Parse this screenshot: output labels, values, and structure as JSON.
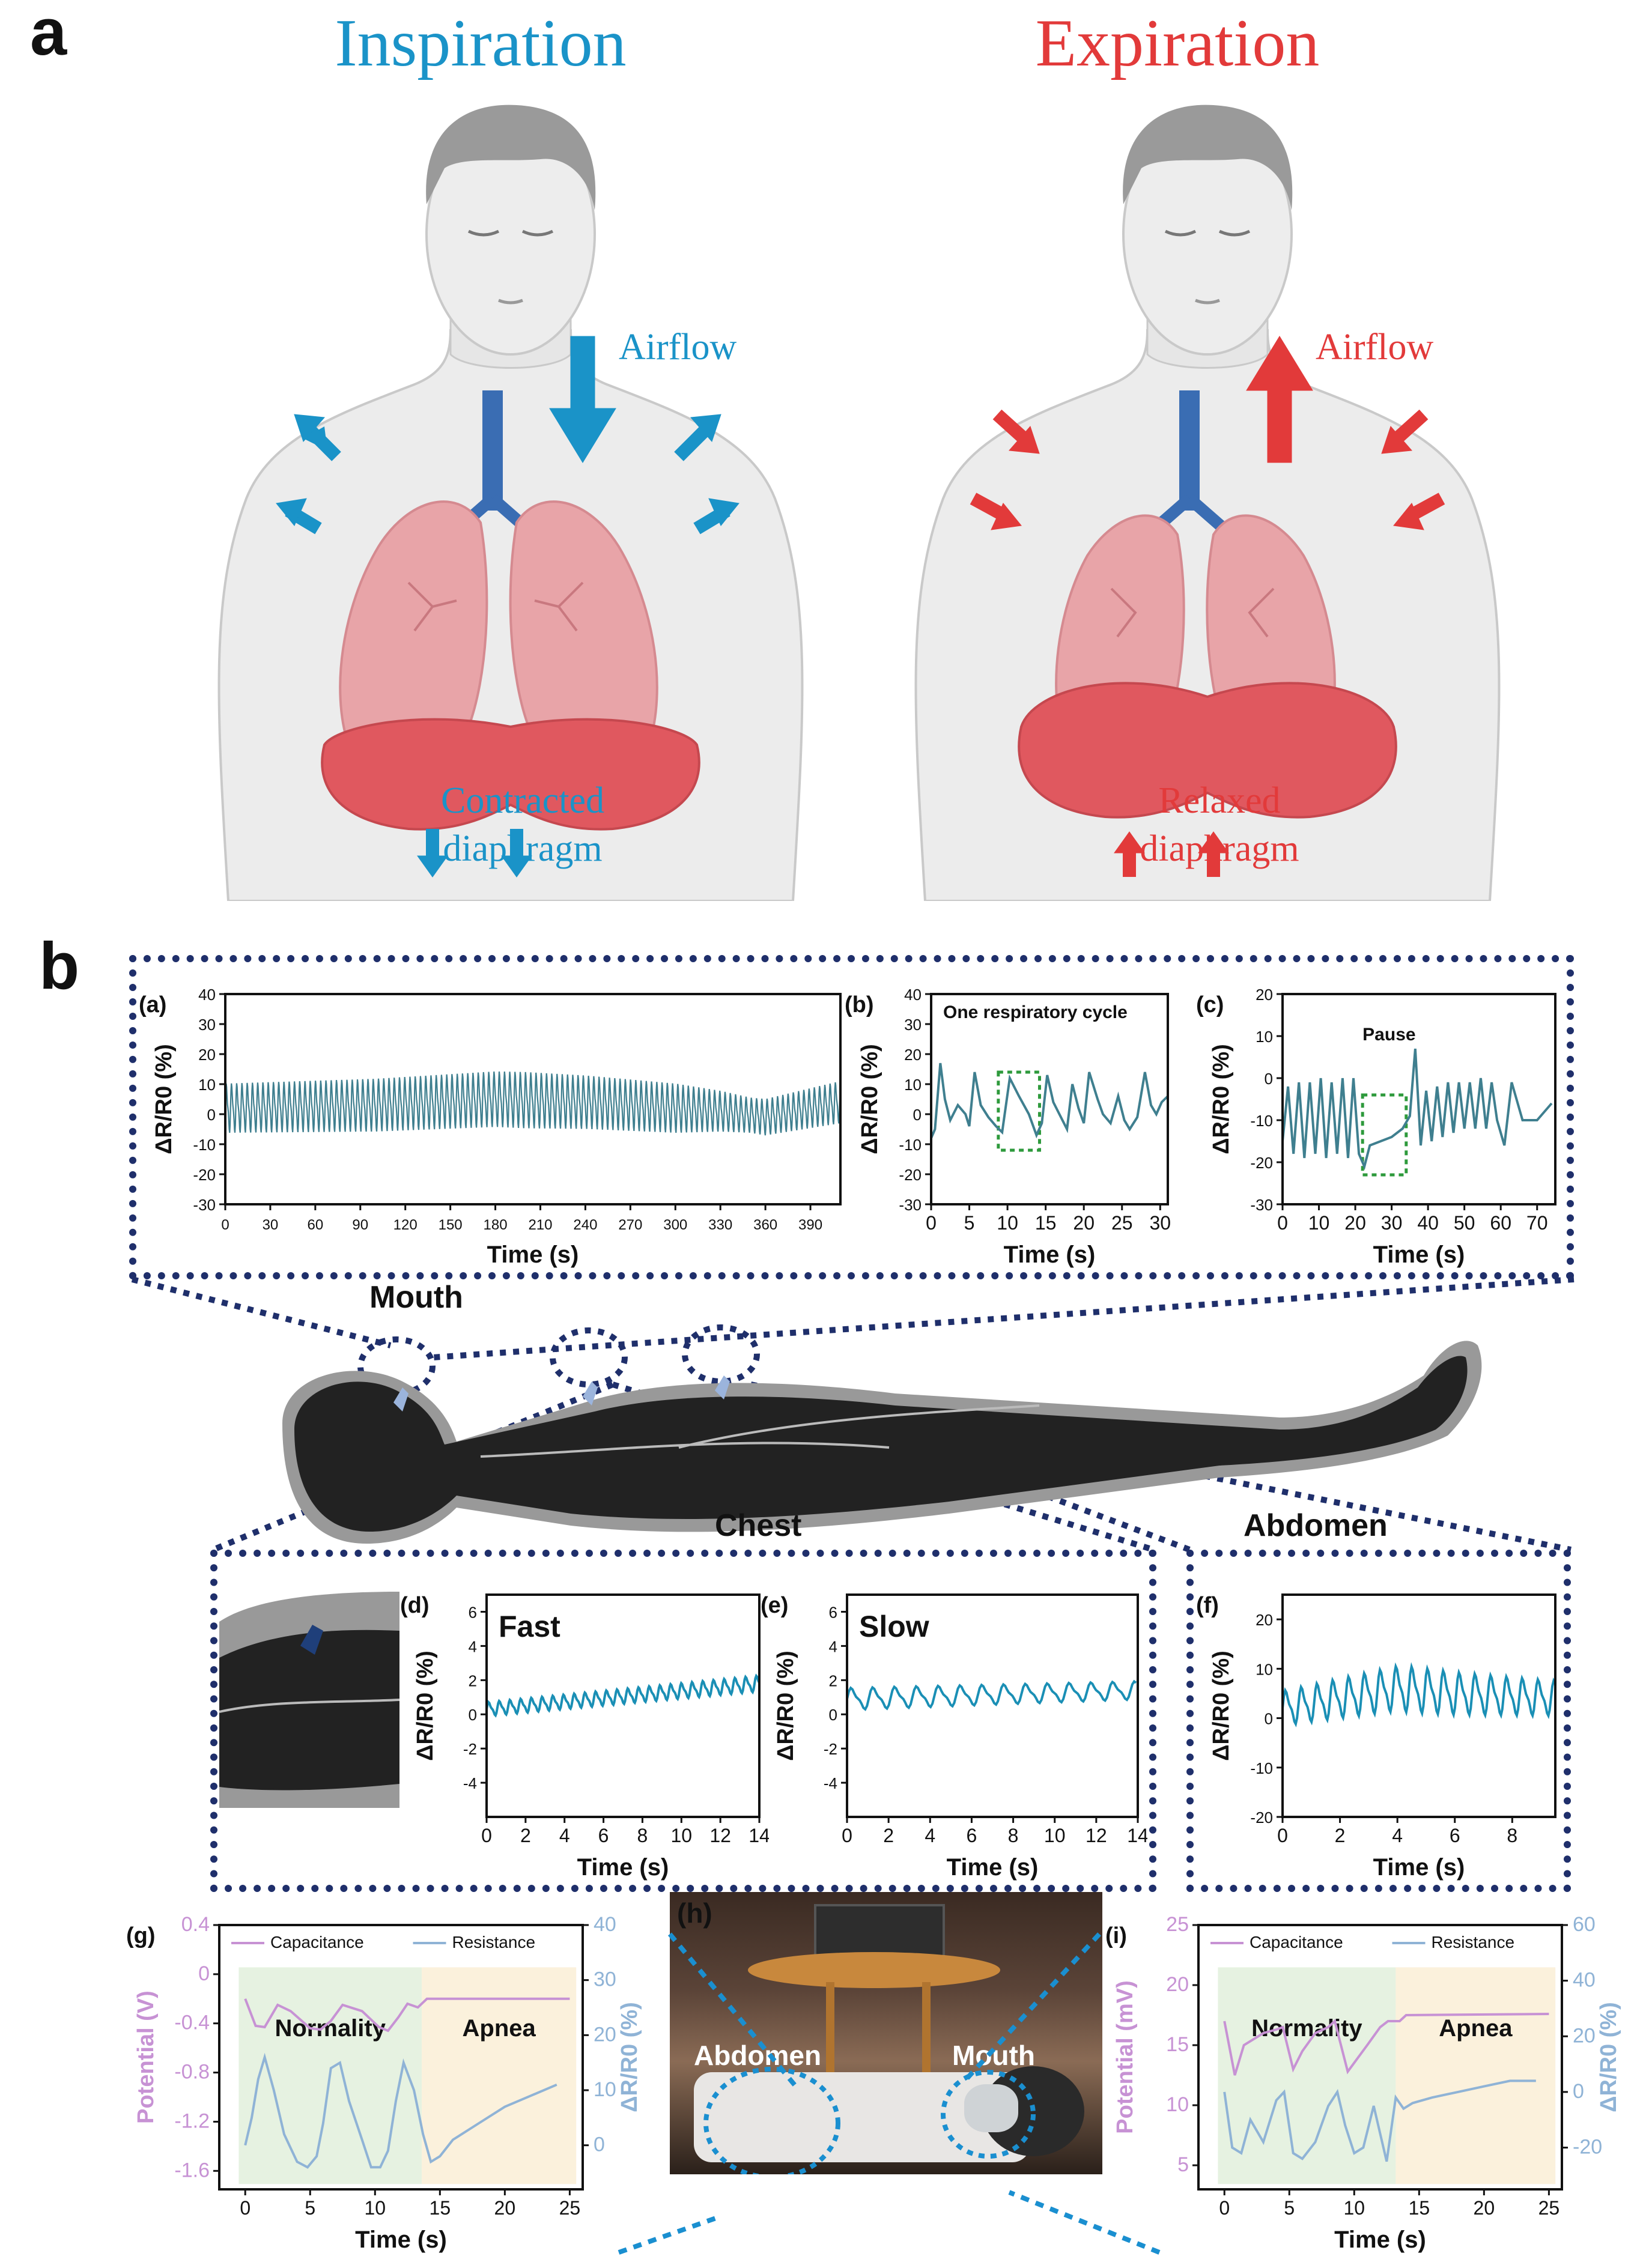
{
  "panel_a": {
    "letter": "a",
    "inspiration": {
      "title": "Inspiration",
      "airflow": "Airflow",
      "diaphragm_line1": "Contracted",
      "diaphragm_line2": "diaphragm",
      "color": "#1a93c8"
    },
    "expiration": {
      "title": "Expiration",
      "airflow": "Airflow",
      "diaphragm_line1": "Relaxed",
      "diaphragm_line2": "diaphragm",
      "color": "#e23a3a"
    }
  },
  "panel_b": {
    "letter": "b",
    "body_labels": {
      "mouth": "Mouth",
      "chest": "Chest",
      "abdomen": "Abdomen"
    },
    "photo": {
      "label": "(h)",
      "abdomen": "Abdomen",
      "mouth": "Mouth"
    }
  },
  "chart_data": [
    {
      "id": "a",
      "label": "(a)",
      "type": "line",
      "xlabel": "Time (s)",
      "ylabel": "ΔR/R0 (%)",
      "xlim": [
        0,
        410
      ],
      "ylim": [
        -30,
        40
      ],
      "xticks": [
        0,
        30,
        60,
        90,
        120,
        150,
        180,
        210,
        240,
        270,
        300,
        330,
        360,
        390
      ],
      "yticks": [
        -30,
        -20,
        -10,
        0,
        10,
        20,
        30,
        40
      ],
      "series": [
        {
          "color": "#3f7f8f",
          "period": 3.5,
          "baseline": [
            [
              0,
              2
            ],
            [
              100,
              3
            ],
            [
              180,
              5
            ],
            [
              240,
              4
            ],
            [
              330,
              1
            ],
            [
              360,
              -1
            ],
            [
              410,
              4
            ]
          ],
          "amplitude": [
            [
              0,
              7
            ],
            [
              200,
              8
            ],
            [
              300,
              7
            ],
            [
              350,
              5
            ],
            [
              410,
              6
            ]
          ]
        }
      ]
    },
    {
      "id": "b",
      "label": "(b)",
      "type": "line",
      "annotation": "One respiratory cycle",
      "xlabel": "Time (s)",
      "ylabel": "ΔR/R0 (%)",
      "xlim": [
        0,
        31
      ],
      "ylim": [
        -30,
        40
      ],
      "xticks": [
        0,
        5,
        10,
        15,
        20,
        25,
        30
      ],
      "yticks": [
        -30,
        -20,
        -10,
        0,
        10,
        20,
        30,
        40
      ],
      "series": [
        {
          "color": "#3f7f8f",
          "x": [
            0,
            0.5,
            1.2,
            1.8,
            2.5,
            3.5,
            4.5,
            5,
            5.7,
            6.5,
            7.5,
            8.5,
            9.3,
            10.3,
            11.5,
            12.8,
            13.8,
            14.5,
            15.2,
            16,
            16.8,
            17.8,
            18.5,
            19.3,
            20,
            20.7,
            21.8,
            22.5,
            23.5,
            24.5,
            25.3,
            26,
            27,
            28,
            28.8,
            29.5,
            30.2,
            31
          ],
          "y": [
            -8,
            -5,
            17,
            5,
            -2,
            3,
            0,
            -4,
            14,
            3,
            -1,
            -4,
            -6,
            12,
            6,
            0,
            -7,
            -3,
            13,
            4,
            0,
            -5,
            10,
            2,
            -3,
            14,
            5,
            0,
            -3,
            6,
            -2,
            -5,
            -1,
            14,
            3,
            0,
            4,
            6
          ]
        }
      ],
      "highlight_x": [
        8.8,
        14.2
      ]
    },
    {
      "id": "c",
      "label": "(c)",
      "type": "line",
      "annotation": "Pause",
      "xlabel": "Time (s)",
      "ylabel": "ΔR/R0 (%)",
      "xlim": [
        0,
        75
      ],
      "ylim": [
        -30,
        20
      ],
      "xticks": [
        0,
        10,
        20,
        30,
        40,
        50,
        60,
        70
      ],
      "yticks": [
        -30,
        -20,
        -10,
        0,
        10,
        20
      ],
      "series": [
        {
          "color": "#3f7f8f",
          "x": [
            0,
            1.5,
            3,
            4.5,
            6,
            7.5,
            9,
            10.5,
            12,
            13.5,
            15,
            16.5,
            18,
            19.5,
            21,
            22.5,
            24,
            27,
            30,
            33,
            35,
            36.5,
            38,
            39.5,
            41,
            42.5,
            44,
            45.5,
            47,
            48.5,
            50,
            51.5,
            53,
            54.5,
            56,
            57.5,
            59,
            61,
            63,
            66,
            70,
            74
          ],
          "y": [
            -15,
            -2,
            -18,
            -1,
            -19,
            -1,
            -18,
            0,
            -19,
            -1,
            -18,
            0,
            -19,
            0,
            -18,
            -21,
            -16,
            -15,
            -14,
            -12,
            -9,
            7,
            -16,
            -3,
            -15,
            -2,
            -14,
            -1,
            -13,
            -1,
            -12,
            -1,
            -12,
            0,
            -12,
            -1,
            -10,
            -16,
            -1,
            -10,
            -10,
            -6
          ]
        }
      ],
      "highlight_x": [
        22,
        34
      ]
    },
    {
      "id": "d",
      "label": "(d)",
      "type": "line",
      "annotation": "Fast",
      "xlabel": "Time (s)",
      "ylabel": "ΔR/R0 (%)",
      "xlim": [
        0,
        14
      ],
      "ylim": [
        -6,
        7
      ],
      "xticks": [
        0,
        2,
        4,
        6,
        8,
        10,
        12,
        14
      ],
      "yticks": [
        -4,
        -2,
        0,
        2,
        4,
        6
      ],
      "series": [
        {
          "color": "#1a8fb5",
          "period": 0.55,
          "baseline": [
            [
              0,
              0.3
            ],
            [
              14,
              1.8
            ]
          ],
          "amplitude": [
            [
              0,
              0.35
            ],
            [
              14,
              0.4
            ]
          ]
        }
      ]
    },
    {
      "id": "e",
      "label": "(e)",
      "type": "line",
      "annotation": "Slow",
      "xlabel": "Time (s)",
      "ylabel": "ΔR/R0 (%)",
      "xlim": [
        0,
        14
      ],
      "ylim": [
        -6,
        7
      ],
      "xticks": [
        0,
        2,
        4,
        6,
        8,
        10,
        12,
        14
      ],
      "yticks": [
        -4,
        -2,
        0,
        2,
        4,
        6
      ],
      "series": [
        {
          "color": "#1a8fb5",
          "period": 1.05,
          "baseline": [
            [
              0,
              0.9
            ],
            [
              14,
              1.4
            ]
          ],
          "amplitude": [
            [
              0,
              0.55
            ],
            [
              14,
              0.45
            ]
          ]
        }
      ]
    },
    {
      "id": "f",
      "label": "(f)",
      "type": "line",
      "xlabel": "Time (s)",
      "ylabel": "ΔR/R0 (%)",
      "xlim": [
        0,
        9.5
      ],
      "ylim": [
        -20,
        25
      ],
      "xticks": [
        0,
        2,
        4,
        6,
        8
      ],
      "yticks": [
        -20,
        -10,
        0,
        10,
        20
      ],
      "series": [
        {
          "color": "#1a8fb5",
          "period": 0.55,
          "baseline": [
            [
              0,
              2
            ],
            [
              4,
              6
            ],
            [
              6,
              5
            ],
            [
              9.5,
              4
            ]
          ],
          "amplitude": [
            [
              0,
              3
            ],
            [
              4.5,
              4
            ],
            [
              9.5,
              3
            ]
          ]
        }
      ]
    },
    {
      "id": "g",
      "label": "(g)",
      "type": "line",
      "xlabel": "Time (s)",
      "ylabel": "Potential (V)",
      "y2label": "ΔR/R0 (%)",
      "xlim": [
        -2,
        26
      ],
      "ylim": [
        -1.75,
        0.4
      ],
      "y2lim": [
        -8,
        40
      ],
      "xticks": [
        0,
        5,
        10,
        15,
        20,
        25
      ],
      "yticks": [
        -1.6,
        -1.2,
        -0.8,
        -0.4,
        0.0,
        0.4
      ],
      "y2ticks": [
        0,
        10,
        20,
        30,
        40
      ],
      "regions": [
        {
          "label": "Normality",
          "from": -0.5,
          "to": 13.6,
          "color": "#e6f2e1"
        },
        {
          "label": "Apnea",
          "from": 13.6,
          "to": 25.5,
          "color": "#fbf1dc"
        }
      ],
      "series": [
        {
          "name": "Capacitance",
          "axis": "y",
          "color": "#c792d4",
          "x": [
            0,
            0.8,
            1.5,
            2.5,
            3.5,
            5,
            5.8,
            6.6,
            7.5,
            9,
            10.3,
            11,
            11.8,
            12.5,
            13.3,
            14,
            25
          ],
          "y": [
            -0.2,
            -0.42,
            -0.43,
            -0.25,
            -0.3,
            -0.44,
            -0.45,
            -0.38,
            -0.25,
            -0.3,
            -0.43,
            -0.46,
            -0.35,
            -0.24,
            -0.27,
            -0.2,
            -0.2
          ]
        },
        {
          "name": "Resistance",
          "axis": "y2",
          "color": "#8fb3d6",
          "x": [
            0,
            0.5,
            1,
            1.5,
            2.2,
            3,
            4,
            4.8,
            5.5,
            6,
            6.6,
            7.3,
            8,
            9,
            9.7,
            10.4,
            11,
            11.6,
            12.2,
            13,
            13.7,
            14.3,
            15,
            16,
            18,
            20,
            22,
            24
          ],
          "y": [
            0,
            5,
            12,
            16,
            10,
            2,
            -3,
            -4,
            -2,
            4,
            14,
            15,
            8,
            1,
            -4,
            -4,
            -1,
            8,
            15,
            10,
            2,
            -3,
            -2,
            1,
            4,
            7,
            9,
            11
          ]
        }
      ]
    },
    {
      "id": "i",
      "label": "(i)",
      "type": "line",
      "xlabel": "Time (s)",
      "ylabel": "Potential (mV)",
      "y2label": "ΔR/R0 (%)",
      "xlim": [
        -2,
        26
      ],
      "ylim": [
        3,
        25
      ],
      "y2lim": [
        -35,
        60
      ],
      "xticks": [
        0,
        5,
        10,
        15,
        20,
        25
      ],
      "yticks": [
        5,
        10,
        15,
        20,
        25
      ],
      "y2ticks": [
        -20,
        0,
        20,
        40,
        60
      ],
      "regions": [
        {
          "label": "Normality",
          "from": -0.5,
          "to": 13.2,
          "color": "#e6f2e1"
        },
        {
          "label": "Apnea",
          "from": 13.2,
          "to": 25.5,
          "color": "#fbf1dc"
        }
      ],
      "series": [
        {
          "name": "Capacitance",
          "axis": "y",
          "color": "#c792d4",
          "x": [
            0,
            0.8,
            1.5,
            3,
            4,
            4.5,
            5.3,
            6,
            7,
            8,
            8.5,
            9.5,
            11,
            12,
            12.6,
            13.5,
            14,
            25
          ],
          "y": [
            17,
            12.5,
            15,
            16,
            16.3,
            16.5,
            13,
            14.5,
            16,
            16.5,
            17,
            12.8,
            15,
            16.5,
            17,
            17,
            17.5,
            17.6
          ]
        },
        {
          "name": "Resistance",
          "axis": "y2",
          "color": "#8fb3d6",
          "x": [
            0,
            0.6,
            1.3,
            2,
            3,
            4,
            4.6,
            5.3,
            6,
            7,
            8,
            8.7,
            9.3,
            10,
            10.7,
            11.5,
            12.5,
            13.2,
            13.8,
            14.5,
            16,
            18,
            20,
            22,
            24
          ],
          "y": [
            0,
            -20,
            -22,
            -10,
            -18,
            -3,
            0,
            -22,
            -24,
            -18,
            -5,
            0,
            -12,
            -22,
            -20,
            -5,
            -25,
            -2,
            -6,
            -4,
            -2,
            0,
            2,
            4,
            4
          ]
        }
      ]
    }
  ]
}
